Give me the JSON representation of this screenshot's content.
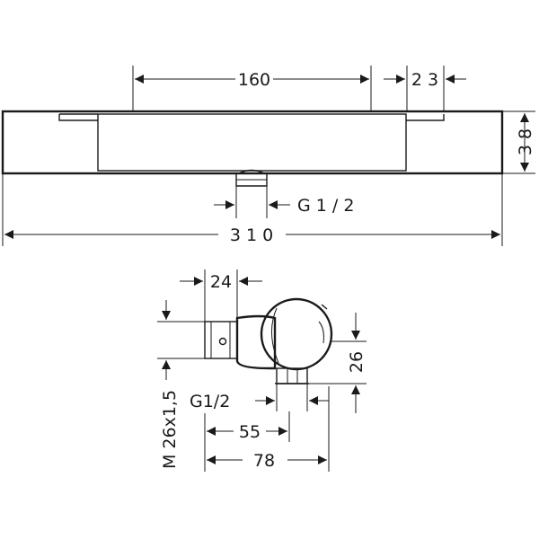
{
  "top_view": {
    "dim_160": "160",
    "dim_23": "2 3",
    "dim_38": "3 8",
    "dim_g12": "G 1 / 2",
    "dim_310": "3 1 0"
  },
  "side_view": {
    "dim_24": "24",
    "dim_26": "26",
    "dim_g12": "G1/2",
    "dim_55": "55",
    "dim_78": "78",
    "dim_m26": "M 26x1,5"
  }
}
